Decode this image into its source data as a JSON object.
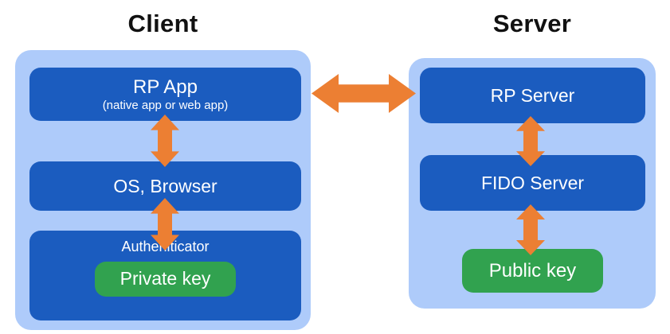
{
  "colors": {
    "page_bg": "#ffffff",
    "panel_bg": "#aecbfa",
    "box_bg": "#1b5cbf",
    "key_bg": "#31a24f",
    "arrow": "#ec7f33",
    "title_color": "#111111",
    "box_text": "#ffffff"
  },
  "client": {
    "title": "Client",
    "rp_app": {
      "label": "RP App",
      "sublabel": "(native app or web app)"
    },
    "os_browser": {
      "label": "OS, Browser"
    },
    "authenticator": {
      "label": "Autheniticator",
      "key_label": "Private key"
    }
  },
  "server": {
    "title": "Server",
    "rp_server": {
      "label": "RP Server"
    },
    "fido_server": {
      "label": "FIDO Server"
    },
    "public_key": {
      "label": "Public key"
    }
  }
}
